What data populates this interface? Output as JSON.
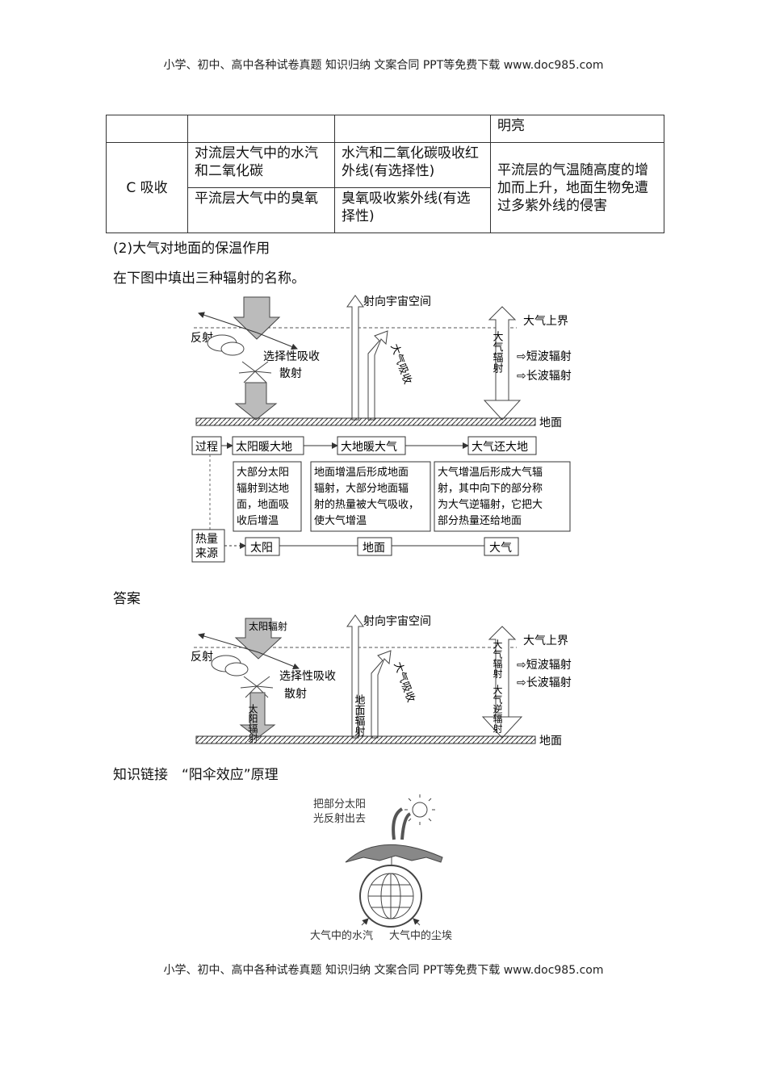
{
  "header": "小学、初中、高中各种试卷真题 知识归纳 文案合同 PPT等免费下载 www.doc985.com",
  "footer": "小学、初中、高中各种试卷真题 知识归纳 文案合同 PPT等免费下载 www.doc985.com",
  "table": {
    "row0": {
      "c4": "明亮"
    },
    "row1": {
      "c1": "C 吸收",
      "c2": "对流层大气中的水汽和二氧化碳",
      "c3": "水汽和二氧化碳吸收红外线(有选择性)",
      "c4": "平流层的气温随高度的增加而上升，地面生物免遭过多紫外线的侵害"
    },
    "row2": {
      "c2": "平流层大气中的臭氧",
      "c3": "臭氧吸收紫外线(有选择性)"
    }
  },
  "section2_title": "(2)大气对地面的保温作用",
  "instruction": "在下图中填出三种辐射的名称。",
  "diagram1": {
    "space": "射向宇宙空间",
    "atmo_top": "大气上界",
    "reflect": "反射",
    "sel_absorb": "选择性吸收",
    "scatter": "散射",
    "atmo_absorb": "大气吸收",
    "atmo_rad": "大气辐射",
    "short_wave": "⇨短波辐射",
    "long_wave": "⇨长波辐射",
    "ground": "地面",
    "process": "过程",
    "p1": "太阳暖大地",
    "p2": "大地暖大气",
    "p3": "大气还大地",
    "d1": [
      "大部分太阳",
      "辐射到达地",
      "面，地面吸",
      "收后增温"
    ],
    "d2": [
      "地面增温后形成地面",
      "辐射，大部分地面辐",
      "射的热量被大气吸收，",
      "使大气增温"
    ],
    "d3": [
      "大气增温后形成大气辐",
      "射，其中向下的部分称",
      "为大气逆辐射，它把大",
      "部分热量还给地面"
    ],
    "heat_source": [
      "热量",
      "来源"
    ],
    "s1": "太阳",
    "s2": "地面",
    "s3": "大气"
  },
  "answer_label": "答案",
  "diagram2": {
    "space": "射向宇宙空间",
    "atmo_top": "大气上界",
    "reflect": "反射",
    "solar_rad": "太阳辐射",
    "sel_absorb": "选择性吸收",
    "scatter": "散射",
    "atmo_absorb": "大气吸收",
    "ground_rad": "地面辐射",
    "atmo_rad": "大气辐射",
    "counter_rad": "大气逆辐射",
    "short_wave": "⇨短波辐射",
    "long_wave": "⇨长波辐射",
    "ground": "地面"
  },
  "knowledge_title": "知识链接　“阳伞效应”原理",
  "umbrella": {
    "reflect_label_1": "把部分太阳",
    "reflect_label_2": "光反射出去",
    "vapor": "大气中的水汽",
    "dust": "大气中的尘埃"
  }
}
